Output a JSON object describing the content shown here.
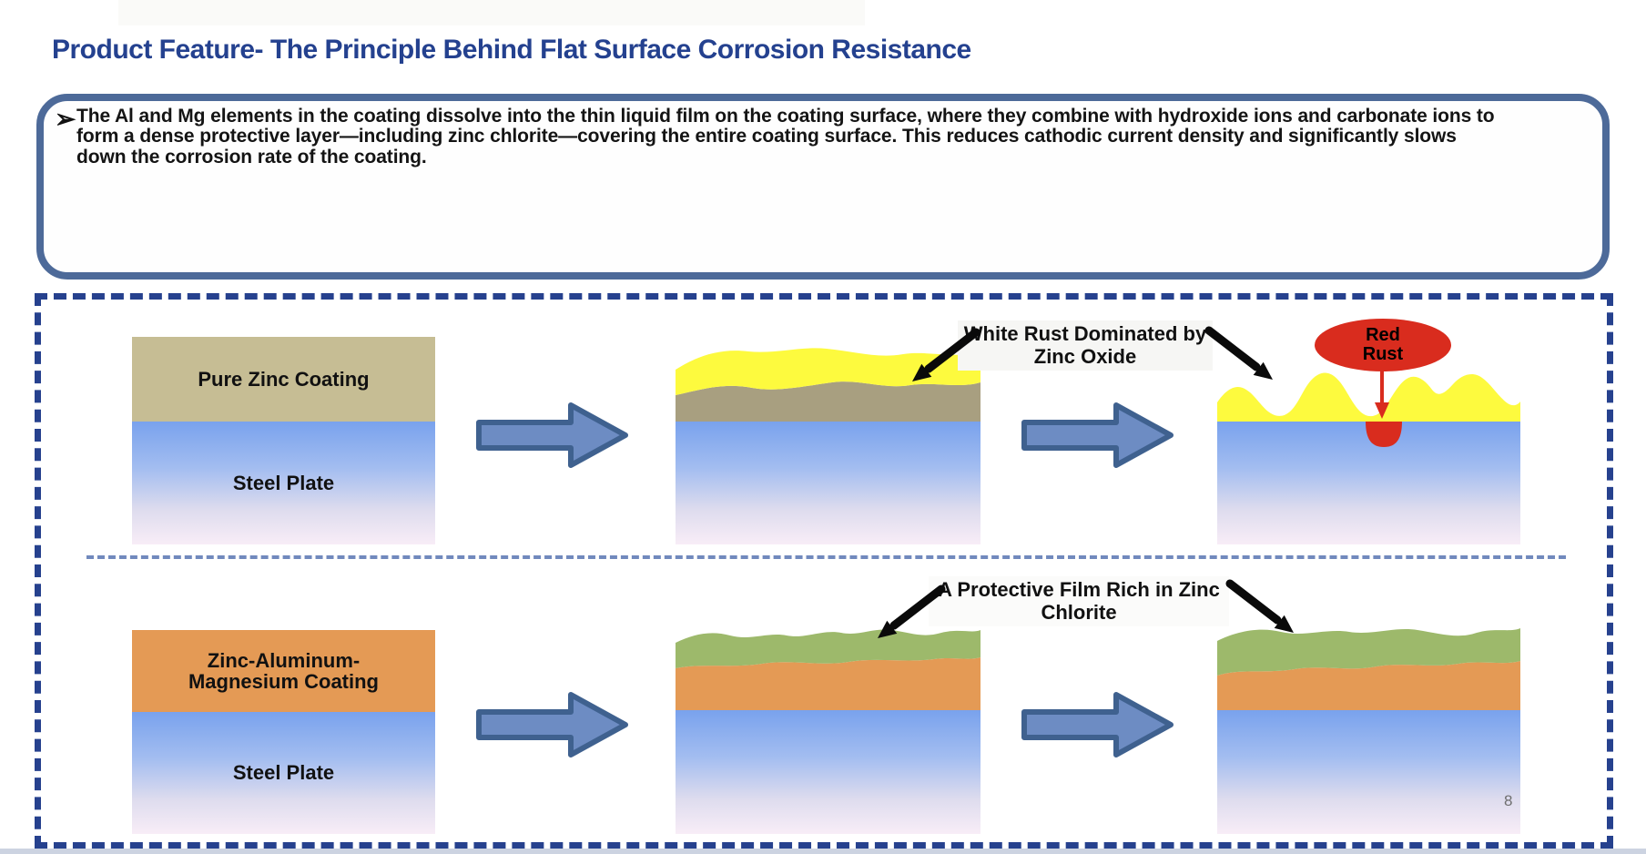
{
  "slide": {
    "title": "Product Feature- The Principle Behind Flat Surface Corrosion Resistance",
    "page_number": "8"
  },
  "intro": {
    "bullet": "➢",
    "text": "The Al and Mg elements in the coating dissolve into the thin liquid film on the coating surface, where they combine with hydroxide ions and carbonate ions to form a dense protective layer—including zinc chlorite—covering the entire coating surface. This reduces cathodic current density and significantly slows down the corrosion rate of the coating."
  },
  "row1": {
    "coating_label": "Pure Zinc Coating",
    "steel_label": "Steel Plate",
    "white_rust_label": "White Rust Dominated by Zinc Oxide",
    "red_rust_label": "Red Rust"
  },
  "row2": {
    "coating_label": "Zinc-Aluminum-Magnesium Coating",
    "steel_label": "Steel Plate",
    "film_label": "A Protective Film Rich in Zinc Chlorite"
  },
  "colors": {
    "title_blue": "#24418f",
    "intro_border": "#4d6a99",
    "panel_dash": "#26418e",
    "divider_dash": "#7189bd",
    "pure_zinc_tan": "#c6bd94",
    "corroded_zinc_tan": "#a89f80",
    "white_rust_yellow": "#fdfa3e",
    "zam_orange": "#e49a55",
    "protective_green": "#9db96b",
    "steel_blue_top": "#79a2ed",
    "steel_fade_bottom": "#f8edf7",
    "flow_arrow_fill": "#6d8cc3",
    "flow_arrow_border": "#3f618f",
    "red_rust": "#d92c1e",
    "pointer_black": "#0a0a0a"
  }
}
